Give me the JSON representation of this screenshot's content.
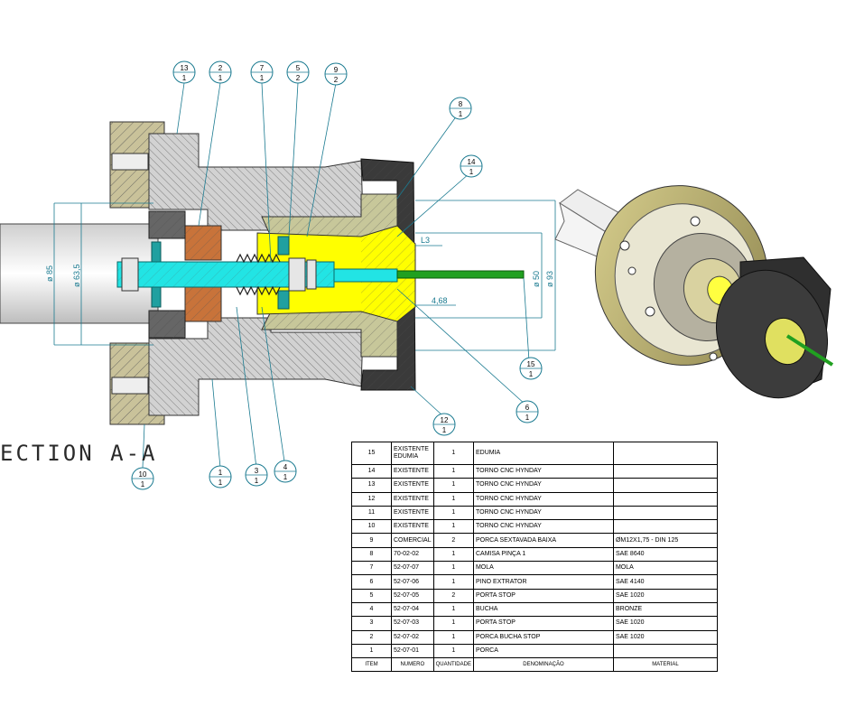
{
  "section_label": "ECTION A-A",
  "dimensions": {
    "d85": "ø 85",
    "d635": "ø 63,5",
    "d50": "ø 50",
    "d93": "ø 93",
    "l3": "L3",
    "l468": "4,68"
  },
  "balloons": [
    {
      "top": "13",
      "bottom": "1"
    },
    {
      "top": "2",
      "bottom": "1"
    },
    {
      "top": "7",
      "bottom": "1"
    },
    {
      "top": "5",
      "bottom": "2"
    },
    {
      "top": "9",
      "bottom": "2"
    },
    {
      "top": "8",
      "bottom": "1"
    },
    {
      "top": "14",
      "bottom": "1"
    },
    {
      "top": "15",
      "bottom": "1"
    },
    {
      "top": "6",
      "bottom": "1"
    },
    {
      "top": "12",
      "bottom": "1"
    },
    {
      "top": "10",
      "bottom": "1"
    },
    {
      "top": "1",
      "bottom": "1"
    },
    {
      "top": "3",
      "bottom": "1"
    },
    {
      "top": "4",
      "bottom": "1"
    }
  ],
  "bom": {
    "header": {
      "item": "ITEM",
      "numero": "NUMERO",
      "quantidade": "QUANTIDADE",
      "denominacao": "DENOMINAÇÃO",
      "material": "MATERIAL"
    },
    "rows": [
      {
        "item": "15",
        "numero": "EXISTENTE EDUMIA",
        "qty": "1",
        "den": "EDUMIA",
        "mat": ""
      },
      {
        "item": "14",
        "numero": "EXISTENTE",
        "qty": "1",
        "den": "TORNO CNC HYNDAY",
        "mat": ""
      },
      {
        "item": "13",
        "numero": "EXISTENTE",
        "qty": "1",
        "den": "TORNO CNC HYNDAY",
        "mat": ""
      },
      {
        "item": "12",
        "numero": "EXISTENTE",
        "qty": "1",
        "den": "TORNO CNC HYNDAY",
        "mat": ""
      },
      {
        "item": "11",
        "numero": "EXISTENTE",
        "qty": "1",
        "den": "TORNO CNC HYNDAY",
        "mat": ""
      },
      {
        "item": "10",
        "numero": "EXISTENTE",
        "qty": "1",
        "den": "TORNO CNC HYNDAY",
        "mat": ""
      },
      {
        "item": "9",
        "numero": "COMERCIAL",
        "qty": "2",
        "den": "PORCA SEXTAVADA BAIXA",
        "mat": "ØM12X1,75 - DIN 125"
      },
      {
        "item": "8",
        "numero": "70-02-02",
        "qty": "1",
        "den": "CAMISA PINÇA 1",
        "mat": "SAE 8640"
      },
      {
        "item": "7",
        "numero": "52-07-07",
        "qty": "1",
        "den": "MOLA",
        "mat": "MOLA"
      },
      {
        "item": "6",
        "numero": "52-07-06",
        "qty": "1",
        "den": "PINO EXTRATOR",
        "mat": "SAE 4140"
      },
      {
        "item": "5",
        "numero": "52-07-05",
        "qty": "2",
        "den": "PORTA STOP",
        "mat": "SAE 1020"
      },
      {
        "item": "4",
        "numero": "52-07-04",
        "qty": "1",
        "den": "BUCHA",
        "mat": "BRONZE"
      },
      {
        "item": "3",
        "numero": "52-07-03",
        "qty": "1",
        "den": "PORTA STOP",
        "mat": "SAE 1020"
      },
      {
        "item": "2",
        "numero": "52-07-02",
        "qty": "1",
        "den": "PORCA BUCHA STOP",
        "mat": "SAE 1020"
      },
      {
        "item": "1",
        "numero": "52-07-01",
        "qty": "1",
        "den": "PORCA",
        "mat": ""
      }
    ]
  },
  "colors": {
    "hatch_olive": "#c9c29a",
    "gray_body": "#cfcfcf",
    "dark_cap": "#3a3a3a",
    "yellow_part": "#ffff00",
    "cyan_part": "#22e4e4",
    "orange_part": "#c8733a",
    "green_part": "#20a020",
    "balloon_line": "#1a7a90"
  }
}
